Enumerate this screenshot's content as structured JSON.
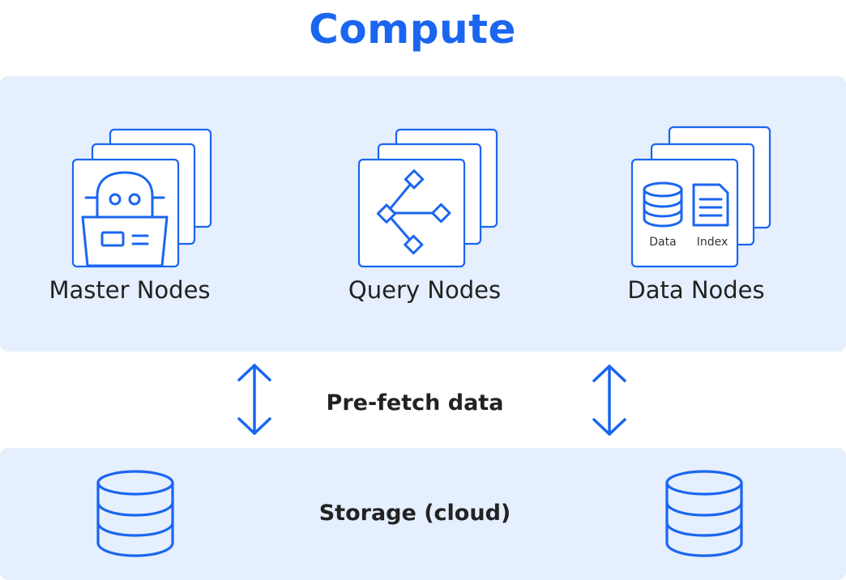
{
  "title": "Compute",
  "compute": {
    "nodes": [
      {
        "label": "Master Nodes",
        "icon": "robot-icon"
      },
      {
        "label": "Query Nodes",
        "icon": "graph-icon"
      },
      {
        "label": "Data Nodes",
        "icon": "data-index-icon",
        "sublabels": [
          "Data",
          "Index"
        ]
      }
    ]
  },
  "link_label": "Pre-fetch data",
  "storage": {
    "label": "Storage (cloud)"
  },
  "colors": {
    "accent": "#1a66f0",
    "panel": "#e5effd",
    "text": "#222222"
  }
}
